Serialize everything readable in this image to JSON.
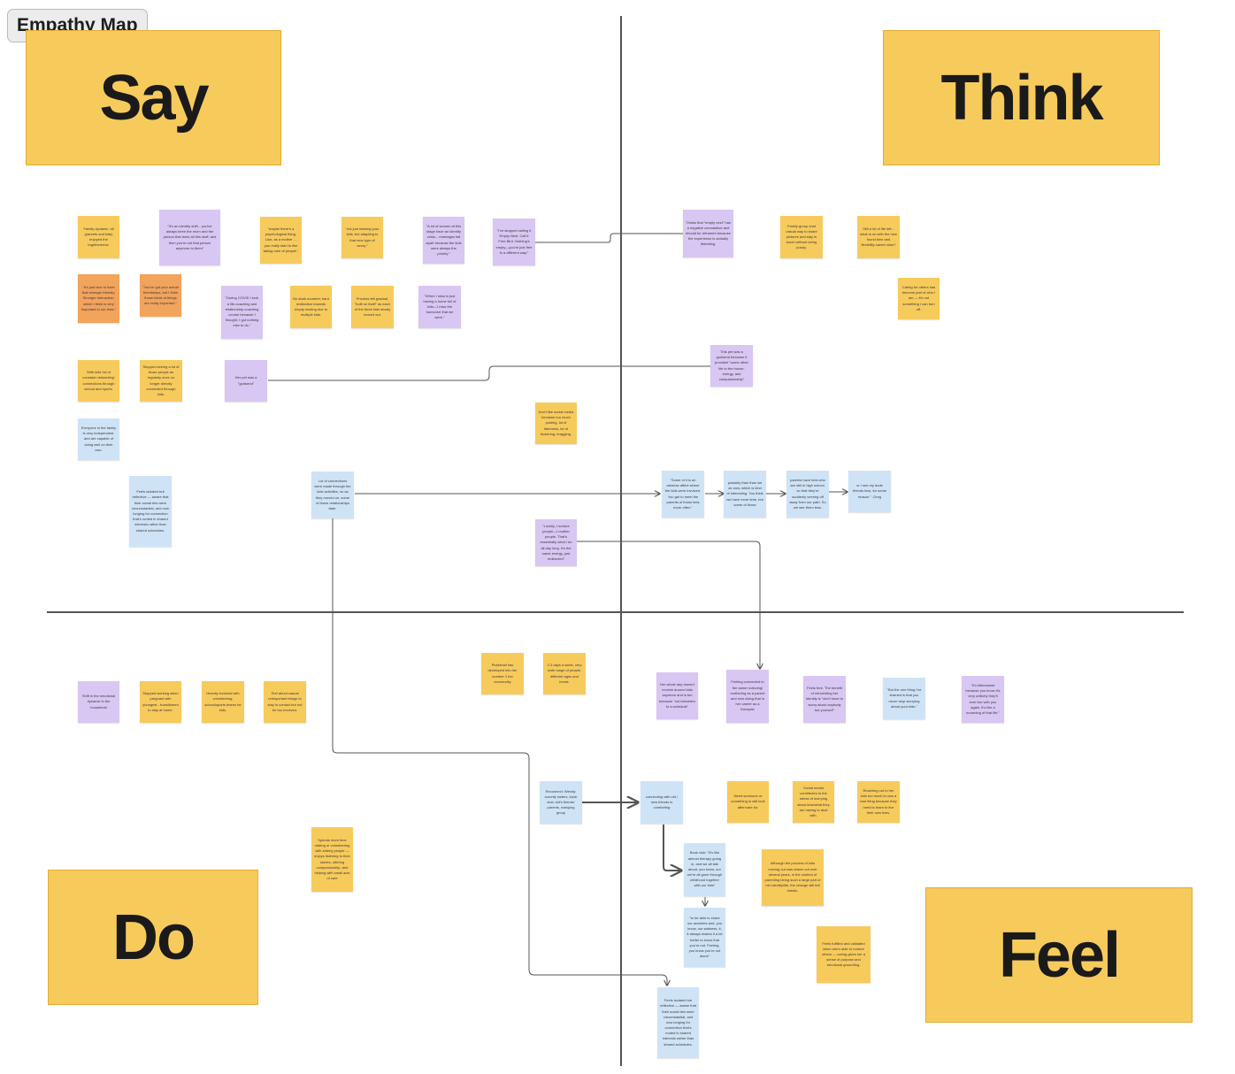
{
  "title": "Empathy Map",
  "colors": {
    "yellow": "#f7ca5c",
    "purple": "#d8c6f3",
    "blue": "#cfe3f7",
    "orange": "#f2a35c",
    "axis": "#555555",
    "connector": "#555555"
  },
  "quadrants": {
    "say": "Say",
    "think": "Think",
    "do": "Do",
    "feel": "Feel"
  },
  "notes": [
    {
      "id": "n1",
      "color": "yellow",
      "text": "Family dynamic: all (parents and kids) enjoyed the togetherness."
    },
    {
      "id": "n2",
      "color": "purple",
      "text": "\"It's an identity shift... you've always been the mom and the person that does all this stuff, and then you're not that person anymore to them\""
    },
    {
      "id": "n3",
      "color": "yellow",
      "text": "\"maybe there's a psychological thing, Like, as a mother ... you really start to like taking care of people.\""
    },
    {
      "id": "n4",
      "color": "yellow",
      "text": "\"not just missing your kids, but adapting to that new type of worry.\""
    },
    {
      "id": "n5",
      "color": "purple",
      "text": "\"A lot of women at this stage have an identity crisis... marriages fall apart because the kids were always the priority.\""
    },
    {
      "id": "n6",
      "color": "purple",
      "text": "\"I've stopped calling it Empty Nest. Call it Free Bird. Nothing's empty—you're just free in a different way.\""
    },
    {
      "id": "n7",
      "color": "orange",
      "text": "\"It's just nice to have that stronger friendly, Stronger interaction, which I think is very important in our lives.\""
    },
    {
      "id": "n8",
      "color": "orange",
      "text": "\"You've got your actual friendships, but I think those kinds of things are really important.\""
    },
    {
      "id": "n9",
      "color": "purple",
      "text": "\"During COVID I took a life-coaching and relationship-coaching course because I thought, I got nothing else to do.\""
    },
    {
      "id": "n10",
      "color": "yellow",
      "text": "No stark moment; hard realization towards empty nesting due to multiple kids."
    },
    {
      "id": "n11",
      "color": "yellow",
      "text": "Process felt gradual, \"built on itself\" as each of the three kids slowly moved out."
    },
    {
      "id": "n12",
      "color": "purple",
      "text": "\"When I miss is just having a home full of kids—I miss the foursome that we were.\""
    },
    {
      "id": "n13",
      "color": "yellow",
      "text": "With kids 'lot of constant networking' connections through school and sports."
    },
    {
      "id": "n14",
      "color": "yellow",
      "text": "Stopped seeing a lot of those people as regularly once no longer directly connected through kids."
    },
    {
      "id": "n15",
      "color": "purple",
      "text": "Her pet was a \"godsend\""
    },
    {
      "id": "n16",
      "color": "blue",
      "text": "Everyone in the family is very independent, and are capable of doing well on their own."
    },
    {
      "id": "n17",
      "color": "yellow",
      "text": "Don't like social media because too much posting, lot of fakeness, lot of bickering, bragging."
    },
    {
      "id": "n18",
      "color": "blue",
      "text": "Feels isolated but reflective — aware that their social ties were circumstantial, and now longing for connection that's rooted in shared interests rather than shared schedules."
    },
    {
      "id": "n19",
      "color": "blue",
      "text": "Lot of connections were made through the kids activities, so as they moved on, some of those relationships fade."
    },
    {
      "id": "n20",
      "color": "purple",
      "text": "\"Luckily, I nurture people—I mother people. That's essentially what I do all day long. It's the same energy, just redirected\""
    },
    {
      "id": "n21",
      "color": "purple",
      "text": "Thinks that \"empty nest\" has a negative connotative and should be reframed because the experience is actually liberating."
    },
    {
      "id": "n22",
      "color": "yellow",
      "text": "Family group chat casual way to share pictures and stay in touch without being pushy."
    },
    {
      "id": "n23",
      "color": "yellow",
      "text": "Still a lot of life left... what to do with the new found time and flexibility career wise?"
    },
    {
      "id": "n24",
      "color": "yellow",
      "text": "Caring for others has become part of who I am — it's not something I can turn off."
    },
    {
      "id": "n25",
      "color": "purple",
      "text": "This pet was a godsend because it provided \"some other life in the house, energy, and companionship\""
    },
    {
      "id": "n26",
      "color": "blue",
      "text": "\"Some of it is an adverse affect where the kids were involved. You get to meet the parents of those kids more often.\""
    },
    {
      "id": "n27",
      "color": "blue",
      "text": "possibly than than we do now, which is kind of interesting. You think we have more time, but some of those"
    },
    {
      "id": "n28",
      "color": "blue",
      "text": "parents have kids who are still in high school, so that they're suddenly veering off away from our path. So we see them less."
    },
    {
      "id": "n29",
      "color": "blue",
      "text": "or I see my dude friends less, for some reason.\" -Greg"
    },
    {
      "id": "n30",
      "color": "yellow",
      "text": "Pickleball has developed into her number 1 fun community"
    },
    {
      "id": "n31",
      "color": "yellow",
      "text": "2-3 days a week, very wide range of people, different ages and levels."
    },
    {
      "id": "n32",
      "color": "purple",
      "text": "Shift in the emotional dynamic in the household"
    },
    {
      "id": "n33",
      "color": "yellow",
      "text": "Stopped working when pregnant with youngest - transitioned to stay at home."
    },
    {
      "id": "n34",
      "color": "yellow",
      "text": "Heavily involved with volunteering, school/sports teams for kids."
    },
    {
      "id": "n35",
      "color": "yellow",
      "text": "Text about casual unimportant things to stay in contact but not be too involved."
    },
    {
      "id": "n36",
      "color": "purple",
      "text": "Her whole day doesn't revolve around kids anymore and is fun because \"not beholden to a schedule\""
    },
    {
      "id": "n37",
      "color": "purple",
      "text": "Feeling connected to the same nurturing/ mothering as a parent and now doing that in her career as a therapist"
    },
    {
      "id": "n38",
      "color": "purple",
      "text": "Feels free. The benefit of reinventing her identity is \"don't have to worry about anybody but yourself\""
    },
    {
      "id": "n39",
      "color": "blue",
      "text": "\"But the one thing I've learned is that you never stop worrying about your kids.\""
    },
    {
      "id": "n40",
      "color": "purple",
      "text": "\"It's bittersweet because you know it's very unlikely they'll ever live with you again. It's like a mourning of that life.\""
    },
    {
      "id": "n41",
      "color": "blue",
      "text": "Reconnect: Wendy: sorority sisters, book club, kid's friends' parents, mahjong group"
    },
    {
      "id": "n42",
      "color": "blue",
      "text": "connecting with old / new friends is comforting"
    },
    {
      "id": "n43",
      "color": "yellow",
      "text": "Need someone or something to still look after/care for."
    },
    {
      "id": "n44",
      "color": "yellow",
      "text": "Social media contributes to the stress of worrying about kids/what they are having to deal with."
    },
    {
      "id": "n45",
      "color": "yellow",
      "text": "Reaching out to her kids too much is now a bad thing because they need to learn to live their own lives."
    },
    {
      "id": "n46",
      "color": "yellow",
      "text": "Spends more time visiting or volunteering with elderly people — enjoys listening to their stories, offering companionship, and helping with small acts of care"
    },
    {
      "id": "n47",
      "color": "blue",
      "text": "Book club: \"It's like almost therapy going in, and we all talk about, you know, our we're all gone through childhood together with our kids\""
    },
    {
      "id": "n48",
      "color": "yellow",
      "text": "Although the process of kids moving out was drawn out over several years, in the context of parenting being such a large part of her identity/life, the change still felt drastic."
    },
    {
      "id": "n49",
      "color": "blue",
      "text": "\"to be able to share our anxieties and, you know, our sadness, it, it always makes it a lot better to know that you're not. Feeling, you know you're not alone\""
    },
    {
      "id": "n50",
      "color": "yellow",
      "text": "Feels fulfilled and validated when she's able to nurture others — caring gives her a sense of purpose and emotional grounding."
    },
    {
      "id": "n51",
      "color": "blue",
      "text": "Feels isolated but reflective — aware that their social ties were circumstantial, and now longing for connection that's rooted in shared interests rather than shared schedules."
    }
  ]
}
